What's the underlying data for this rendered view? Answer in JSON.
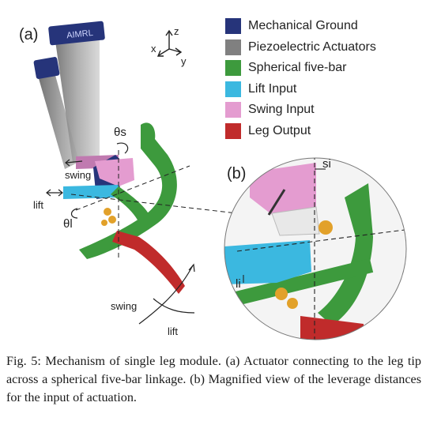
{
  "panel_a_label": "(a)",
  "panel_b_label": "(b)",
  "logo_text": "AIMRL",
  "axes": {
    "z": "z",
    "x": "x",
    "y": "y"
  },
  "annotations": {
    "theta_s": "θs",
    "theta_l": "θl",
    "swing_top": "swing",
    "lift_left": "lift",
    "swing_bottom": "swing",
    "lift_bottom": "lift",
    "s_i": "si",
    "l_i": "li"
  },
  "legend": [
    {
      "label": "Mechanical Ground",
      "color": "#26347a"
    },
    {
      "label": "Piezoelectric Actuators",
      "color": "#808080"
    },
    {
      "label": "Spherical five-bar",
      "color": "#3d9a3d"
    },
    {
      "label": "Lift Input",
      "color": "#3bb8e0"
    },
    {
      "label": "Swing Input",
      "color": "#e49cd0"
    },
    {
      "label": "Leg Output",
      "color": "#c02b2b"
    }
  ],
  "caption": "Fig. 5: Mechanism of single leg module. (a) Actuator connecting to the leg tip across a spherical five-bar linkage. (b) Magnified view of the leverage distances for the input of actuation."
}
